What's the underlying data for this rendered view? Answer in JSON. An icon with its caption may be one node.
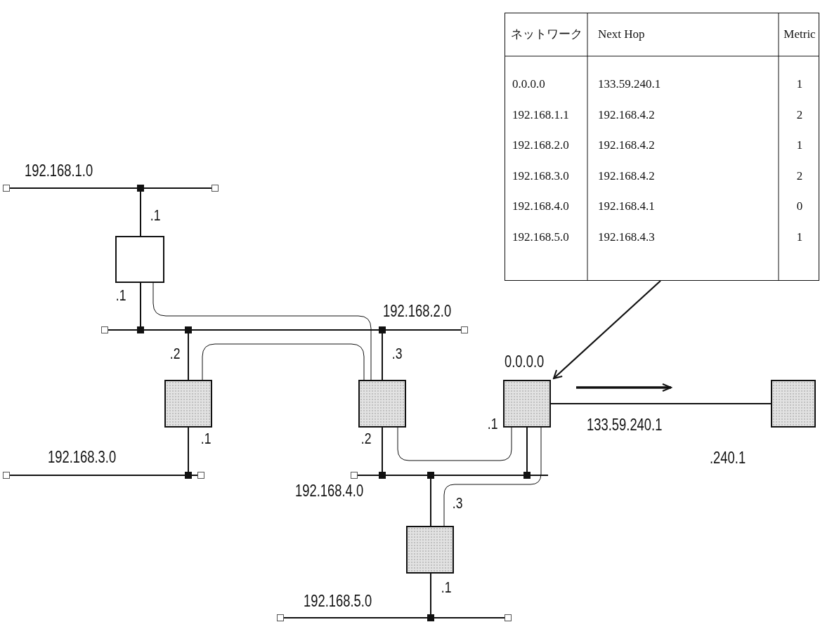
{
  "diagram": {
    "nodes": [
      {
        "text": [],
        "shape": "box"
      },
      {
        "text": [],
        "shape": "bar",
        "beside": [
          "192.168.1.0"
        ]
      },
      {
        "text": [],
        "shape": "box"
      },
      {
        "text": [],
        "shape": "bar",
        "beside": [
          "192.168.2.0"
        ]
      },
      {
        "text": [],
        "shape": "box"
      },
      {
        "text": [],
        "shape": "box"
      },
      {
        "text": [],
        "shape": "box",
        "beside": [
          "0.0.0.0"
        ]
      },
      {
        "text": [],
        "shape": "box",
        "beside": [
          ".240.1"
        ]
      },
      {
        "text": [],
        "shape": "bar",
        "beside": [
          "192.168.3.0"
        ]
      },
      {
        "text": [],
        "shape": "bar",
        "beside": [
          "192.168.4.0"
        ]
      },
      {
        "text": [],
        "shape": "box"
      },
      {
        "text": [],
        "shape": "bar",
        "beside": [
          "192.168.5.0"
        ]
      }
    ],
    "edges": [
      {
        "from": 0,
        "to": 6,
        "arrow": "to"
      },
      {
        "from": 1,
        "to": 2,
        "arrow": "none",
        "label": ".1"
      },
      {
        "from": 2,
        "to": 3,
        "arrow": "none",
        "label": ".1"
      },
      {
        "from": 3,
        "to": 4,
        "arrow": "none",
        "label": ".2"
      },
      {
        "from": 3,
        "to": 5,
        "arrow": "none",
        "label": ".3"
      },
      {
        "from": 4,
        "to": 8,
        "arrow": "none",
        "label": ".1"
      },
      {
        "from": 5,
        "to": 9,
        "arrow": "none",
        "label": ".2"
      },
      {
        "from": 6,
        "to": 9,
        "arrow": "none",
        "label": ".1"
      },
      {
        "from": 9,
        "to": 10,
        "arrow": "none",
        "label": ".3"
      },
      {
        "from": 10,
        "to": 11,
        "arrow": "none",
        "label": ".1"
      },
      {
        "from": 6,
        "to": 7,
        "arrow": "none",
        "label": "133.59.240.1"
      },
      {
        "from": 2,
        "to": 5,
        "arrow": "none"
      },
      {
        "from": 4,
        "to": 5,
        "arrow": "none"
      },
      {
        "from": 5,
        "to": 6,
        "arrow": "none"
      },
      {
        "from": 10,
        "to": 6,
        "arrow": "none"
      }
    ],
    "labels": [
      "ネットワーク",
      "Next Hop",
      "Metric",
      "0.0.0.0",
      "133.59.240.1",
      "1",
      "192.168.1.1",
      "192.168.4.2",
      "2",
      "192.168.2.0",
      "192.168.4.2",
      "1",
      "192.168.3.0",
      "192.168.4.2",
      "2",
      "192.168.4.0",
      "192.168.4.1",
      "0",
      "192.168.5.0",
      "192.168.4.3",
      "1"
    ]
  }
}
